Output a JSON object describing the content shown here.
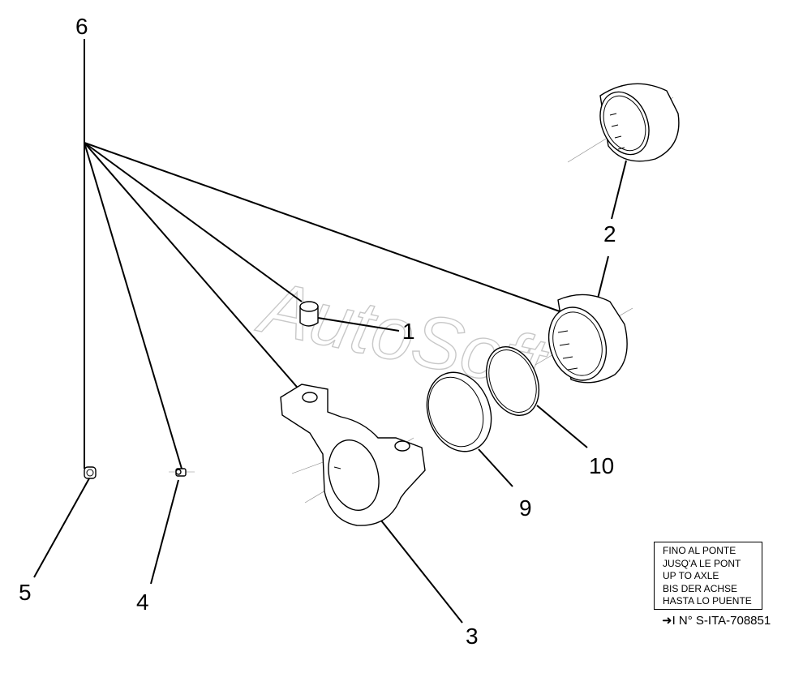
{
  "watermark": "AutoSoft",
  "callouts": {
    "c1": "1",
    "c2": "2",
    "c3": "3",
    "c4": "4",
    "c5": "5",
    "c6": "6",
    "c9": "9",
    "c10": "10"
  },
  "note": {
    "lines": [
      "FINO AL PONTE",
      "JUSQ'A LE PONT",
      "UP TO AXLE",
      "BIS DER ACHSE",
      "HASTA LO PUENTE"
    ],
    "reference_arrow": "➜I",
    "reference": "N° S-ITA-708851"
  }
}
